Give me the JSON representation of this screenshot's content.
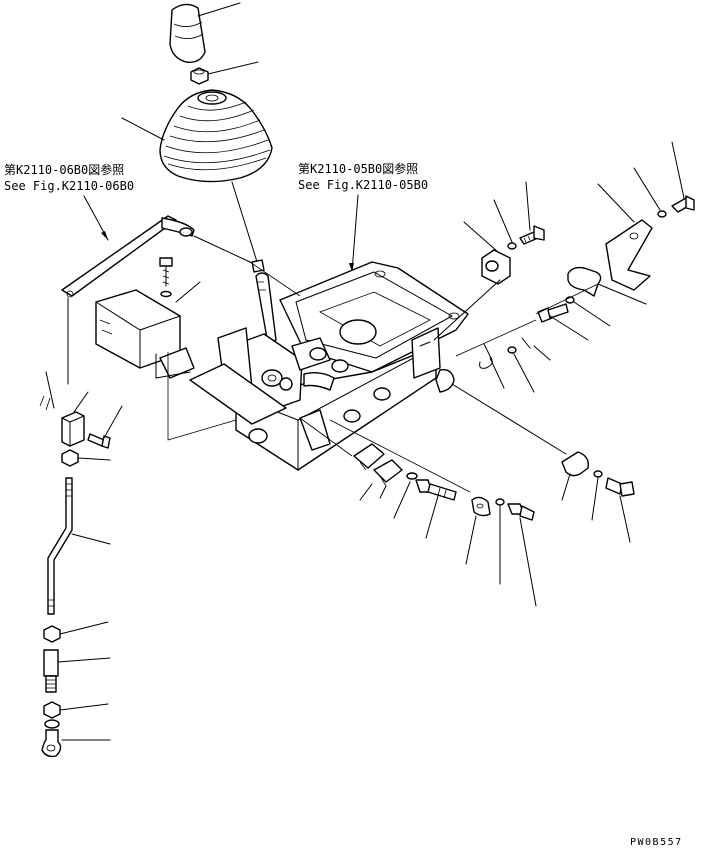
{
  "references": {
    "left": {
      "line1": "第K2110-06B0図参照",
      "line2": "See Fig.K2110-06B0"
    },
    "right": {
      "line1": "第K2110-05B0図参照",
      "line2": "See Fig.K2110-05B0"
    }
  },
  "drawing_number": "PW0B557"
}
